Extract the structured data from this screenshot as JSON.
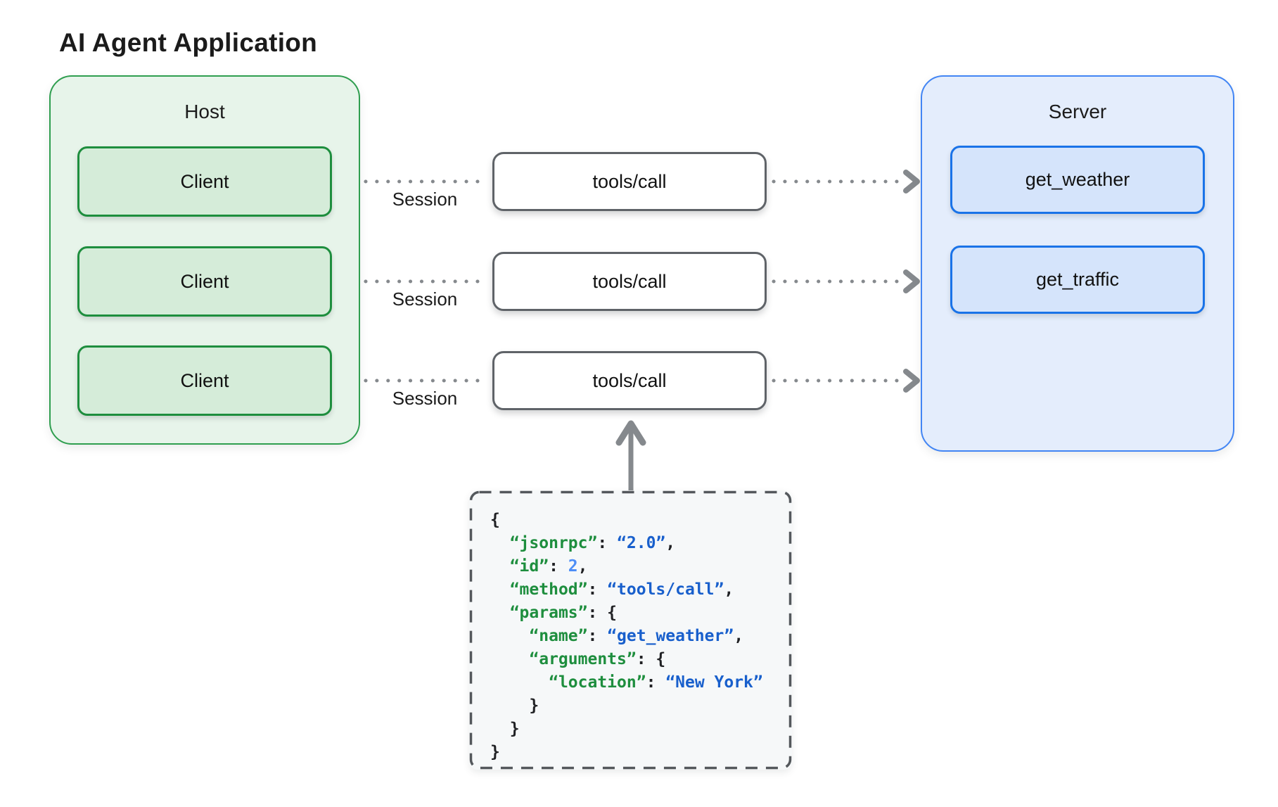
{
  "title": "AI Agent Application",
  "host": {
    "label": "Host",
    "clients": [
      "Client",
      "Client",
      "Client"
    ]
  },
  "server": {
    "label": "Server",
    "tools": [
      "get_weather",
      "get_traffic"
    ]
  },
  "rows": [
    {
      "session": "Session",
      "call": "tools/call"
    },
    {
      "session": "Session",
      "call": "tools/call"
    },
    {
      "session": "Session",
      "call": "tools/call"
    }
  ],
  "colors": {
    "host_fill": "#e7f4ea",
    "host_border": "#2f9e4f",
    "client_fill": "#d5ecd9",
    "client_border": "#1e8e3e",
    "server_fill": "#e4edfc",
    "server_border": "#4285f4",
    "tool_fill": "#d5e4fb",
    "tool_border": "#1a73e8",
    "call_border": "#5f6368",
    "link_gray": "#85898d",
    "dashed_border": "#54585c",
    "code_bg": "#f6f8f9"
  },
  "code": {
    "colors": {
      "k": "#1e8e3e",
      "s": "#185fcc",
      "n": "#4d8ef7",
      "p": "#202124"
    },
    "lines": [
      [
        {
          "t": "{",
          "c": "p"
        }
      ],
      [
        {
          "t": "  ",
          "c": "p"
        },
        {
          "t": "“jsonrpc”",
          "c": "k"
        },
        {
          "t": ": ",
          "c": "p"
        },
        {
          "t": "“2.0”",
          "c": "s"
        },
        {
          "t": ",",
          "c": "p"
        }
      ],
      [
        {
          "t": "  ",
          "c": "p"
        },
        {
          "t": "“id”",
          "c": "k"
        },
        {
          "t": ": ",
          "c": "p"
        },
        {
          "t": "2",
          "c": "n"
        },
        {
          "t": ",",
          "c": "p"
        }
      ],
      [
        {
          "t": "  ",
          "c": "p"
        },
        {
          "t": "“method”",
          "c": "k"
        },
        {
          "t": ": ",
          "c": "p"
        },
        {
          "t": "“tools/call”",
          "c": "s"
        },
        {
          "t": ",",
          "c": "p"
        }
      ],
      [
        {
          "t": "  ",
          "c": "p"
        },
        {
          "t": "“params”",
          "c": "k"
        },
        {
          "t": ": {",
          "c": "p"
        }
      ],
      [
        {
          "t": "    ",
          "c": "p"
        },
        {
          "t": "“name”",
          "c": "k"
        },
        {
          "t": ": ",
          "c": "p"
        },
        {
          "t": "“get_weather”",
          "c": "s"
        },
        {
          "t": ",",
          "c": "p"
        }
      ],
      [
        {
          "t": "    ",
          "c": "p"
        },
        {
          "t": "“arguments”",
          "c": "k"
        },
        {
          "t": ": {",
          "c": "p"
        }
      ],
      [
        {
          "t": "      ",
          "c": "p"
        },
        {
          "t": "“location”",
          "c": "k"
        },
        {
          "t": ": ",
          "c": "p"
        },
        {
          "t": "“New York”",
          "c": "s"
        }
      ],
      [
        {
          "t": "    }",
          "c": "p"
        }
      ],
      [
        {
          "t": "  }",
          "c": "p"
        }
      ],
      [
        {
          "t": "}",
          "c": "p"
        }
      ]
    ]
  }
}
